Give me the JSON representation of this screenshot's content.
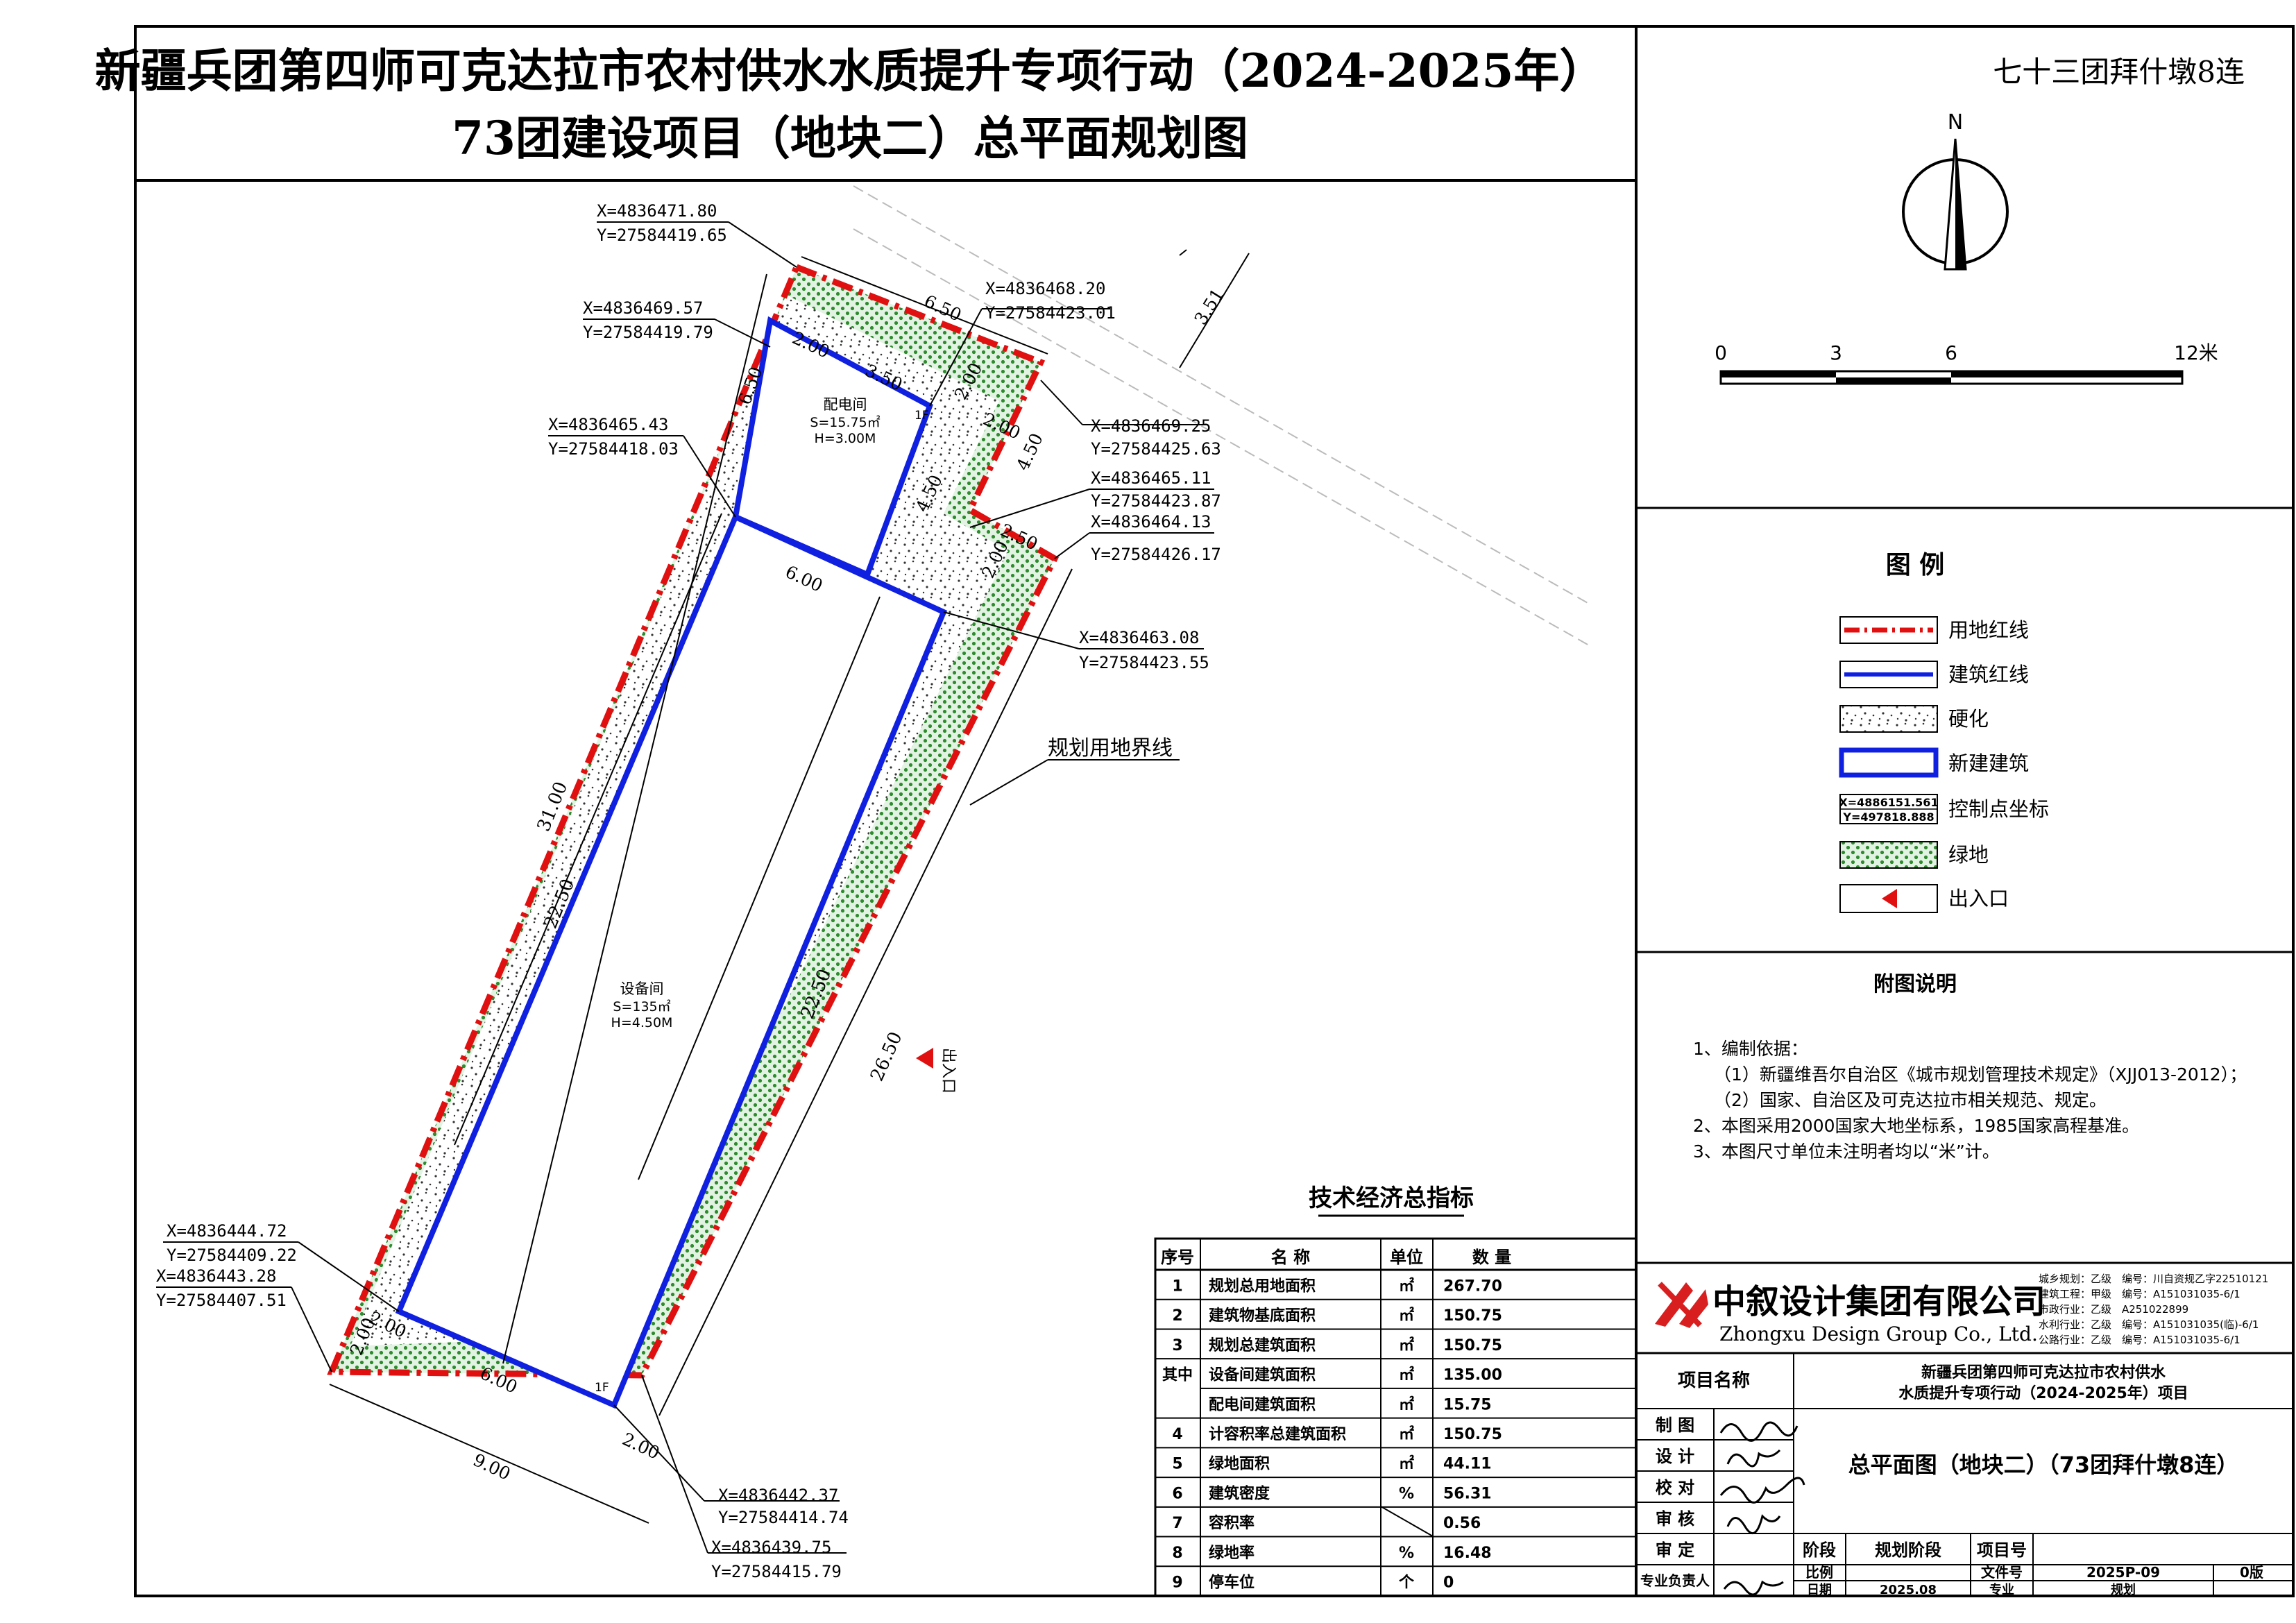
{
  "title": {
    "line1": "新疆兵团第四师可克达拉市农村供水水质提升专项行动（2024-2025年）",
    "line2": "73团建设项目（地块二）总平面规划图"
  },
  "location": "七十三团拜什墩8连",
  "north": "N",
  "scale_bar": {
    "labels": [
      "0",
      "3",
      "6",
      "12米"
    ]
  },
  "plan": {
    "rooms": [
      {
        "name": "配电间",
        "area": "S=15.75㎡",
        "height": "H=3.00M"
      },
      {
        "name": "设备间",
        "area": "S=135㎡",
        "height": "H=4.50M"
      }
    ],
    "floor_marks": [
      "1F",
      "1F"
    ],
    "boundary_label": "规划用地界线",
    "entrance_label": "出入口",
    "dims": [
      "6.50",
      "3.51",
      "2.00",
      "3.50",
      "2.00",
      "2.00",
      "6.50",
      "4.50",
      "4.50",
      "2.50",
      "2.00",
      "6.00",
      "31.00",
      "22.50",
      "22.50",
      "26.50",
      "2.00",
      "6.00",
      "2.00",
      "9.00",
      "2.00"
    ],
    "coords": [
      {
        "x": "X=4836471.80",
        "y": "Y=27584419.65"
      },
      {
        "x": "X=4836468.20",
        "y": "Y=27584423.01"
      },
      {
        "x": "X=4836469.57",
        "y": "Y=27584419.79"
      },
      {
        "x": "X=4836469.25",
        "y": "Y=27584425.63"
      },
      {
        "x": "X=4836465.43",
        "y": "Y=27584418.03"
      },
      {
        "x": "X=4836465.11",
        "y": "Y=27584423.87"
      },
      {
        "x": "X=4836464.13",
        "y": "Y=27584426.17"
      },
      {
        "x": "X=4836463.08",
        "y": "Y=27584423.55"
      },
      {
        "x": "X=4836444.72",
        "y": "Y=27584409.22"
      },
      {
        "x": "X=4836443.28",
        "y": "Y=27584407.51"
      },
      {
        "x": "X=4836442.37",
        "y": "Y=27584414.74"
      },
      {
        "x": "X=4836439.75",
        "y": "Y=27584415.79"
      }
    ]
  },
  "legend": {
    "title": "图  例",
    "items": [
      {
        "label": "用地红线",
        "kind": "redline"
      },
      {
        "label": "建筑红线",
        "kind": "blueline"
      },
      {
        "label": "硬化",
        "kind": "paved"
      },
      {
        "label": "新建建筑",
        "kind": "building"
      },
      {
        "label": "控制点坐标",
        "kind": "coord",
        "sample_x": "X=4886151.561",
        "sample_y": "Y=497818.888"
      },
      {
        "label": "绿地",
        "kind": "green"
      },
      {
        "label": "出入口",
        "kind": "entrance"
      }
    ]
  },
  "notes": {
    "title": "附图说明",
    "lines": [
      "1、编制依据：",
      "（1）新疆维吾尔自治区《城市规划管理技术规定》（XJJ013-2012）；",
      "（2）国家、自治区及可克达拉市相关规范、规定。",
      "2、本图采用2000国家大地坐标系，1985国家高程基准。",
      "3、本图尺寸单位未注明者均以“米”计。"
    ]
  },
  "tech_table": {
    "title": "技术经济总指标",
    "headers": [
      "序号",
      "名    称",
      "单位",
      "数  量"
    ],
    "rows": [
      [
        "1",
        "规划总用地面积",
        "㎡",
        "267.70"
      ],
      [
        "2",
        "建筑物基底面积",
        "㎡",
        "150.75"
      ],
      [
        "3",
        "规划总建筑面积",
        "㎡",
        "150.75"
      ],
      [
        "其中",
        "设备间建筑面积",
        "㎡",
        "135.00"
      ],
      [
        "",
        "配电间建筑面积",
        "㎡",
        "15.75"
      ],
      [
        "4",
        "计容积率总建筑面积",
        "㎡",
        "150.75"
      ],
      [
        "5",
        "绿地面积",
        "㎡",
        "44.11"
      ],
      [
        "6",
        "建筑密度",
        "%",
        "56.31"
      ],
      [
        "7",
        "容积率",
        "",
        "0.56"
      ],
      [
        "8",
        "绿地率",
        "%",
        "16.48"
      ],
      [
        "9",
        "停车位",
        "个",
        "0"
      ]
    ]
  },
  "company": {
    "name_cn": "中叙设计集团有限公司",
    "name_en": "Zhongxu Design Group Co., Ltd.",
    "quals": [
      {
        "a": "城乡规划：乙级",
        "b": "编号：川自资规乙字22510121"
      },
      {
        "a": "建筑工程：甲级",
        "b": "编号：A151031035-6/1"
      },
      {
        "a": "市政行业：乙级",
        "b": "A251022899"
      },
      {
        "a": "水利行业：乙级",
        "b": "编号：A151031035(临)-6/1"
      },
      {
        "a": "公路行业：乙级",
        "b": "编号：A151031035-6/1"
      }
    ]
  },
  "title_block": {
    "project_label": "项目名称",
    "project_name1": "新疆兵团第四师可克达拉市农村供水",
    "project_name2": "水质提升专项行动（2024-2025年）项目",
    "roles": [
      "制  图",
      "设  计",
      "校  对",
      "审  核",
      "审  定",
      "专业负责人"
    ],
    "drawing_name": "总平面图（地块二）（73团拜什墩8连）",
    "stage_label": "阶段",
    "stage_value": "规划阶段",
    "project_no_label": "项目号",
    "project_no_value": "",
    "scale_label": "比例",
    "scale_value": "",
    "file_no_label": "文件号",
    "file_no_value": "2025P-09",
    "date_label": "日期",
    "date_value": "2025.08",
    "major_label": "专业",
    "major_value": "规划",
    "version_value": "0版"
  }
}
